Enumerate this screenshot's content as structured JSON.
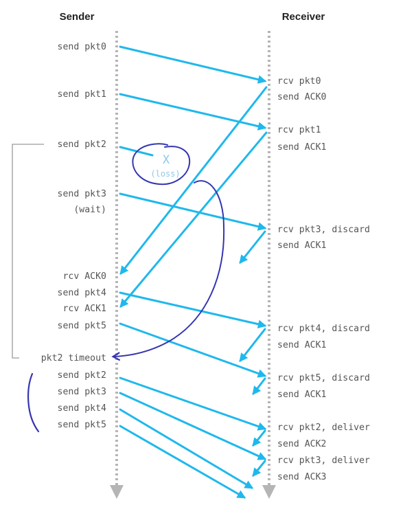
{
  "header": {
    "sender": "Sender",
    "receiver": "Receiver"
  },
  "sender_labels": [
    "send pkt0",
    "send pkt1",
    "send pkt2",
    "send pkt3",
    "(wait)",
    "rcv ACK0",
    "send pkt4",
    "rcv ACK1",
    "send pkt5",
    "pkt2 timeout",
    "send pkt2",
    "send pkt3",
    "send pkt4",
    "send pkt5"
  ],
  "receiver_labels": [
    "rcv pkt0",
    "send ACK0",
    "rcv pkt1",
    "send ACK1",
    "rcv pkt3, discard",
    "send ACK1",
    "rcv pkt4, discard",
    "send ACK1",
    "rcv pkt5, discard",
    "send ACK1",
    "rcv pkt2, deliver",
    "send ACK2",
    "rcv pkt3, deliver",
    "send ACK3"
  ],
  "loss": {
    "mark": "X",
    "text": "(loss)"
  },
  "colors": {
    "arrow": "#1fb8ec",
    "timeline": "#b5b5b5",
    "annotation": "#3535b0",
    "text": "#555555",
    "loss": "#8ec9e6"
  }
}
